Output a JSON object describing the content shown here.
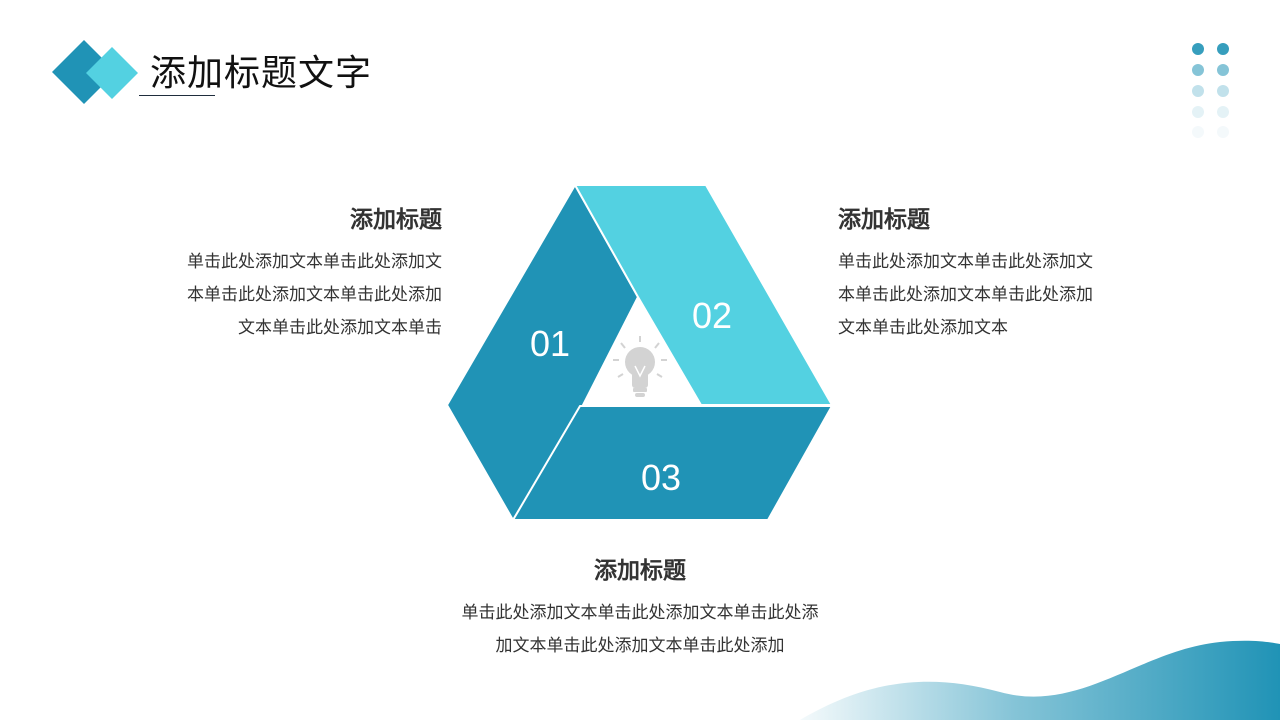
{
  "header": {
    "title": "添加标题文字"
  },
  "diagram": {
    "segments": [
      {
        "number": "01",
        "color": "#2093B6"
      },
      {
        "number": "02",
        "color": "#53D1E1"
      },
      {
        "number": "03",
        "color": "#2093B6"
      }
    ],
    "center_icon": "lightbulb-icon"
  },
  "blocks": {
    "left": {
      "heading": "添加标题",
      "lines": [
        "单击此处添加文本单击此处添加文",
        "本单击此处添加文本单击此处添加",
        "文本单击此处添加文本单击"
      ]
    },
    "right": {
      "heading": "添加标题",
      "lines": [
        "单击此处添加文本单击此处添加文",
        "本单击此处添加文本单击此处添加",
        "文本单击此处添加文本"
      ]
    },
    "bottom": {
      "heading": "添加标题",
      "lines": [
        "单击此处添加文本单击此处添加文本单击此处添",
        "加文本单击此处添加文本单击此处添加"
      ]
    }
  },
  "colors": {
    "primary": "#2093B6",
    "accent": "#53D1E1",
    "text": "#333333"
  }
}
